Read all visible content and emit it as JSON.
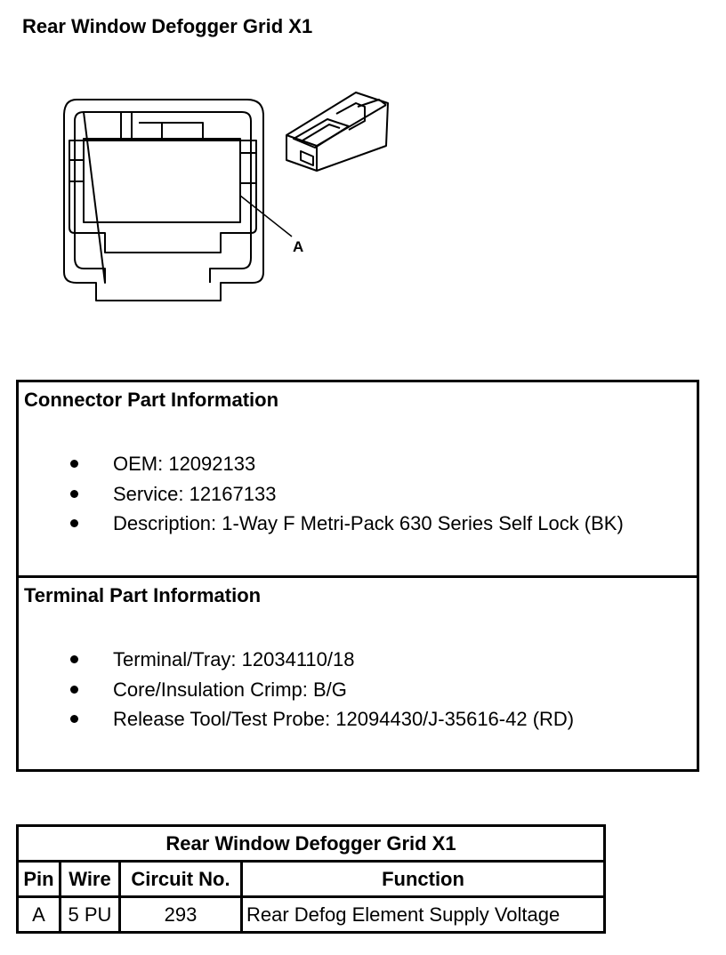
{
  "page": {
    "title": "Rear Window Defogger Grid X1"
  },
  "diagram": {
    "callout_label": "A"
  },
  "connector_info": {
    "heading": "Connector Part Information",
    "items": [
      "OEM: 12092133",
      "Service: 12167133",
      "Description: 1-Way F Metri-Pack 630 Series Self Lock (BK)"
    ]
  },
  "terminal_info": {
    "heading": "Terminal Part Information",
    "items": [
      "Terminal/Tray: 12034110/18",
      "Core/Insulation Crimp: B/G",
      "Release Tool/Test Probe: 12094430/J-35616-42 (RD)"
    ]
  },
  "pin_table": {
    "title": "Rear Window Defogger Grid X1",
    "headers": [
      "Pin",
      "Wire",
      "Circuit No.",
      "Function"
    ],
    "rows": [
      [
        "A",
        "5 PU",
        "293",
        "Rear Defog Element Supply Voltage"
      ]
    ]
  }
}
